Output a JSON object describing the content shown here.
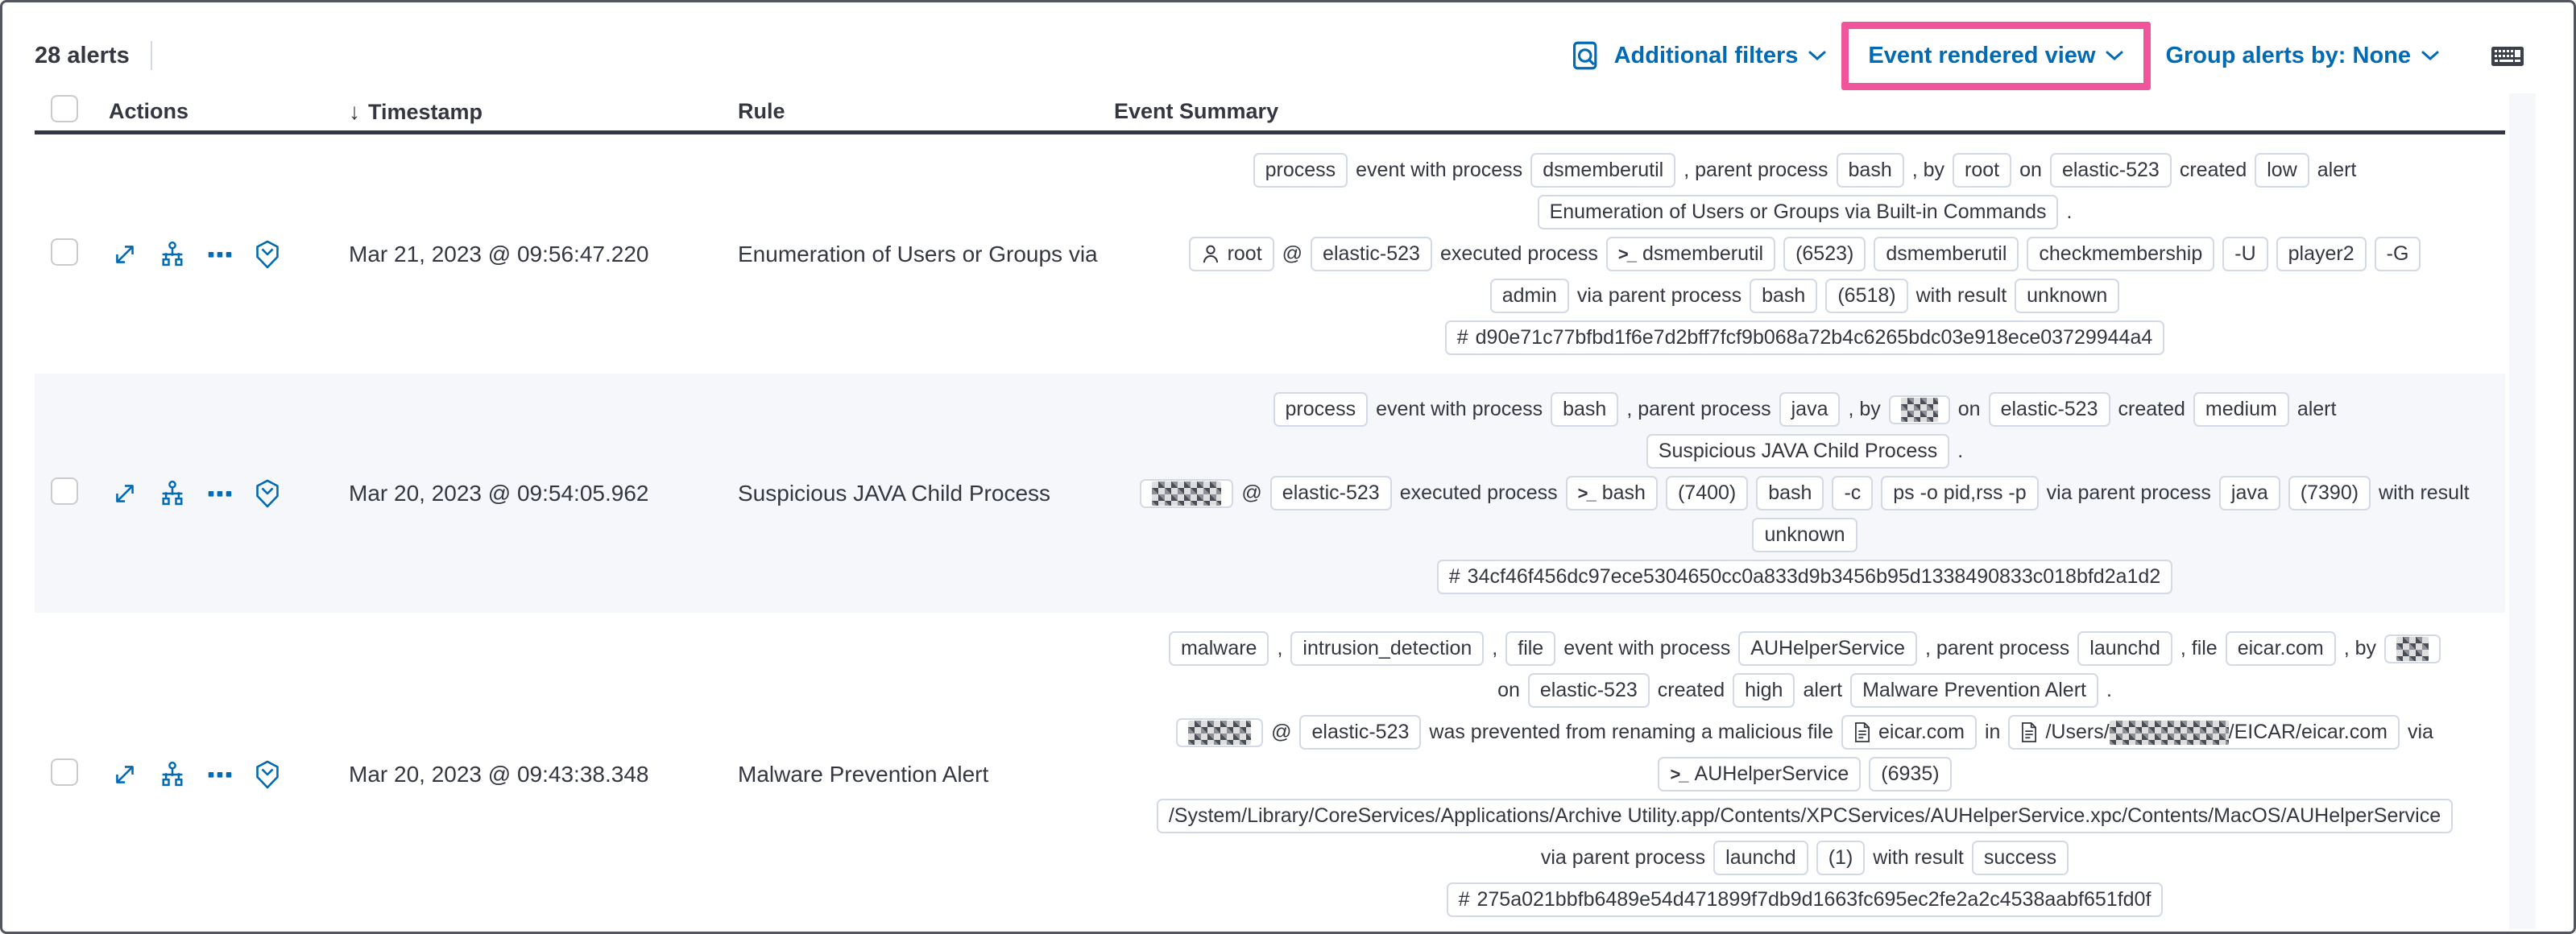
{
  "toolbar": {
    "alert_count": "28 alerts",
    "additional_filters_label": "Additional filters",
    "view_selector_label": "Event rendered view",
    "group_alerts_label": "Group alerts by: None"
  },
  "colors": {
    "accent_blue": "#006bb4",
    "highlight_pink": "#f0549b",
    "row_stripe": "#f5f7fa",
    "badge_border": "#d3dae6",
    "text_dark": "#343741"
  },
  "table": {
    "columns": {
      "actions": "Actions",
      "timestamp": "Timestamp",
      "rule": "Rule",
      "summary": "Event Summary"
    },
    "rows": [
      {
        "timestamp": "Mar 21, 2023 @ 09:56:47.220",
        "rule": "Enumeration of Users or Groups via Bui",
        "lines": [
          [
            {
              "kind": "badge",
              "value": "process"
            },
            {
              "kind": "text",
              "value": "event with process"
            },
            {
              "kind": "badge",
              "value": "dsmemberutil"
            },
            {
              "kind": "text",
              "value": ", parent process"
            },
            {
              "kind": "badge",
              "value": "bash"
            },
            {
              "kind": "text",
              "value": ", by"
            },
            {
              "kind": "badge",
              "value": "root"
            },
            {
              "kind": "text",
              "value": "on"
            },
            {
              "kind": "badge",
              "value": "elastic-523"
            },
            {
              "kind": "text",
              "value": "created"
            },
            {
              "kind": "badge",
              "value": "low"
            },
            {
              "kind": "text",
              "value": "alert"
            }
          ],
          [
            {
              "kind": "badge",
              "value": "Enumeration of Users or Groups via Built-in Commands"
            },
            {
              "kind": "text",
              "value": "."
            }
          ],
          [
            {
              "kind": "badge",
              "icon": "user",
              "value": "root"
            },
            {
              "kind": "text",
              "value": "@"
            },
            {
              "kind": "badge",
              "value": "elastic-523"
            },
            {
              "kind": "text",
              "value": "executed process"
            },
            {
              "kind": "badge",
              "icon": "terminal",
              "value": "dsmemberutil"
            },
            {
              "kind": "badge",
              "value": "(6523)"
            },
            {
              "kind": "badge",
              "value": "dsmemberutil"
            },
            {
              "kind": "badge",
              "value": "checkmembership"
            },
            {
              "kind": "badge",
              "value": "-U"
            },
            {
              "kind": "badge",
              "value": "player2"
            },
            {
              "kind": "badge",
              "value": "-G"
            }
          ],
          [
            {
              "kind": "badge",
              "value": "admin"
            },
            {
              "kind": "text",
              "value": "via parent process"
            },
            {
              "kind": "badge",
              "value": "bash"
            },
            {
              "kind": "badge",
              "value": "(6518)"
            },
            {
              "kind": "text",
              "value": "with result"
            },
            {
              "kind": "badge",
              "value": "unknown"
            }
          ],
          [
            {
              "kind": "badge",
              "icon": "hash",
              "value": "d90e71c77bfbd1f6e7d2bff7fcf9b068a72b4c6265bdc03e918ece03729944a4"
            }
          ]
        ]
      },
      {
        "timestamp": "Mar 20, 2023 @ 09:54:05.962",
        "rule": "Suspicious JAVA Child Process",
        "lines": [
          [
            {
              "kind": "badge",
              "value": "process"
            },
            {
              "kind": "text",
              "value": "event with process"
            },
            {
              "kind": "badge",
              "value": "bash"
            },
            {
              "kind": "text",
              "value": ", parent process"
            },
            {
              "kind": "badge",
              "value": "java"
            },
            {
              "kind": "text",
              "value": ", by"
            },
            {
              "kind": "badge",
              "redacted": 46
            },
            {
              "kind": "text",
              "value": "on"
            },
            {
              "kind": "badge",
              "value": "elastic-523"
            },
            {
              "kind": "text",
              "value": "created"
            },
            {
              "kind": "badge",
              "value": "medium"
            },
            {
              "kind": "text",
              "value": "alert"
            }
          ],
          [
            {
              "kind": "badge",
              "value": "Suspicious JAVA Child Process"
            },
            {
              "kind": "text",
              "value": "."
            }
          ],
          [
            {
              "kind": "badge",
              "redacted": 86
            },
            {
              "kind": "text",
              "value": "@"
            },
            {
              "kind": "badge",
              "value": "elastic-523"
            },
            {
              "kind": "text",
              "value": "executed process"
            },
            {
              "kind": "badge",
              "icon": "terminal",
              "value": "bash"
            },
            {
              "kind": "badge",
              "value": "(7400)"
            },
            {
              "kind": "badge",
              "value": "bash"
            },
            {
              "kind": "badge",
              "value": "-c"
            },
            {
              "kind": "badge",
              "value": "ps -o pid,rss -p"
            },
            {
              "kind": "text",
              "value": "via parent process"
            },
            {
              "kind": "badge",
              "value": "java"
            },
            {
              "kind": "badge",
              "value": "(7390)"
            },
            {
              "kind": "text",
              "value": "with result"
            }
          ],
          [
            {
              "kind": "badge",
              "value": "unknown"
            }
          ],
          [
            {
              "kind": "badge",
              "icon": "hash",
              "value": "34cf46f456dc97ece5304650cc0a833d9b3456b95d1338490833c018bfd2a1d2"
            }
          ]
        ]
      },
      {
        "timestamp": "Mar 20, 2023 @ 09:43:38.348",
        "rule": "Malware Prevention Alert",
        "lines": [
          [
            {
              "kind": "badge",
              "value": "malware"
            },
            {
              "kind": "text",
              "value": ","
            },
            {
              "kind": "badge",
              "value": "intrusion_detection"
            },
            {
              "kind": "text",
              "value": ","
            },
            {
              "kind": "badge",
              "value": "file"
            },
            {
              "kind": "text",
              "value": "event with process"
            },
            {
              "kind": "badge",
              "value": "AUHelperService"
            },
            {
              "kind": "text",
              "value": ", parent process"
            },
            {
              "kind": "badge",
              "value": "launchd"
            },
            {
              "kind": "text",
              "value": ", file"
            },
            {
              "kind": "badge",
              "value": "eicar.com"
            },
            {
              "kind": "text",
              "value": ", by"
            },
            {
              "kind": "badge",
              "redacted": 40
            }
          ],
          [
            {
              "kind": "text",
              "value": "on"
            },
            {
              "kind": "badge",
              "value": "elastic-523"
            },
            {
              "kind": "text",
              "value": "created"
            },
            {
              "kind": "badge",
              "value": "high"
            },
            {
              "kind": "text",
              "value": "alert"
            },
            {
              "kind": "badge",
              "value": "Malware Prevention Alert"
            },
            {
              "kind": "text",
              "value": "."
            }
          ],
          [
            {
              "kind": "badge",
              "redacted": 78
            },
            {
              "kind": "text",
              "value": "@"
            },
            {
              "kind": "badge",
              "value": "elastic-523"
            },
            {
              "kind": "text",
              "value": "was prevented from renaming a malicious file"
            },
            {
              "kind": "badge",
              "icon": "file",
              "value": "eicar.com"
            },
            {
              "kind": "text",
              "value": "in"
            },
            {
              "kind": "badge",
              "icon": "file",
              "parts": [
                {
                  "text": "/Users/"
                },
                {
                  "redacted": 148
                },
                {
                  "text": "/EICAR/eicar.com"
                }
              ]
            },
            {
              "kind": "text",
              "value": "via"
            }
          ],
          [
            {
              "kind": "badge",
              "icon": "terminal",
              "value": "AUHelperService"
            },
            {
              "kind": "badge",
              "value": "(6935)"
            }
          ],
          [
            {
              "kind": "badge",
              "value": "/System/Library/CoreServices/Applications/Archive Utility.app/Contents/XPCServices/AUHelperService.xpc/Contents/MacOS/AUHelperService"
            }
          ],
          [
            {
              "kind": "text",
              "value": "via parent process"
            },
            {
              "kind": "badge",
              "value": "launchd"
            },
            {
              "kind": "badge",
              "value": "(1)"
            },
            {
              "kind": "text",
              "value": "with result"
            },
            {
              "kind": "badge",
              "value": "success"
            }
          ],
          [
            {
              "kind": "badge",
              "icon": "hash",
              "value": "275a021bbfb6489e54d471899f7db9d1663fc695ec2fe2a2c4538aabf651fd0f"
            }
          ]
        ]
      }
    ]
  }
}
